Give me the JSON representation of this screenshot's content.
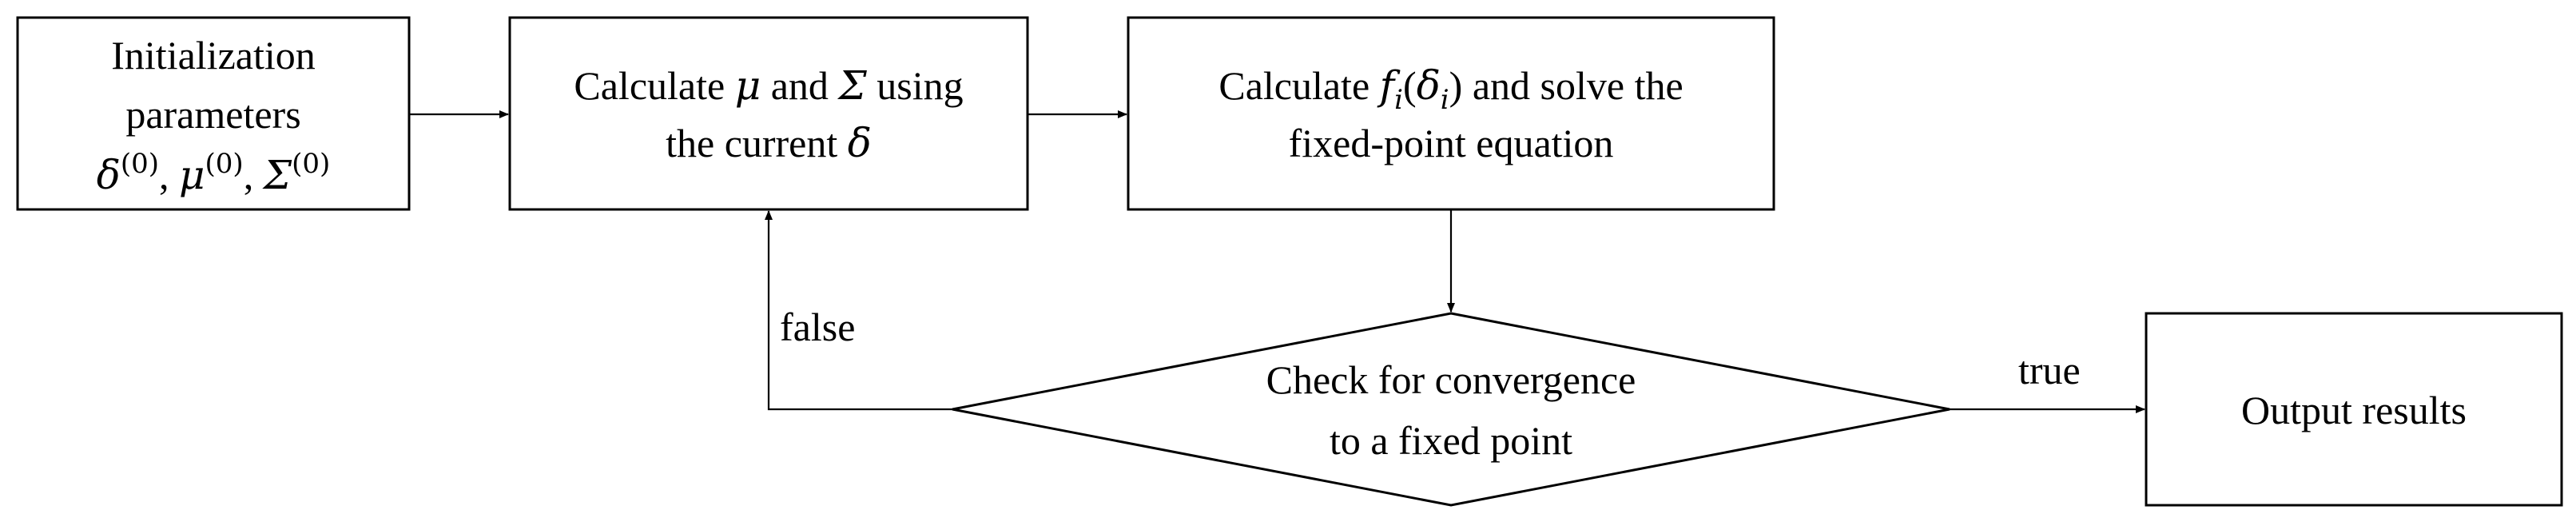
{
  "nodes": {
    "init": {
      "line1": "Initialization",
      "line2": "parameters",
      "delta": "δ",
      "mu": "μ",
      "sigma": "Σ",
      "sup": "(0)",
      "sep": ","
    },
    "calc_mu": {
      "prefix": "Calculate ",
      "mu": "μ",
      "and": " and ",
      "sigma": "Σ",
      "suffix": " using",
      "line2_prefix": "the current ",
      "delta": "δ"
    },
    "calc_f": {
      "prefix": "Calculate ",
      "f": "f",
      "sub_i": "i",
      "open": "(",
      "delta": "δ",
      "close": ")",
      "suffix": " and solve the",
      "line2": "fixed-point equation"
    },
    "check": {
      "line1": "Check for convergence",
      "line2": "to a fixed point"
    },
    "output": {
      "label": "Output results"
    }
  },
  "edges": {
    "false_label": "false",
    "true_label": "true"
  }
}
